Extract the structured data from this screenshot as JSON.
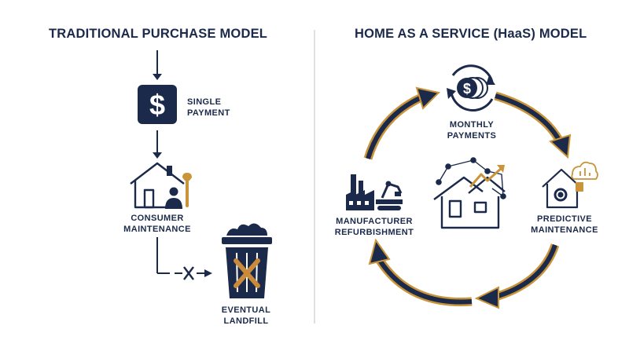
{
  "traditional": {
    "title": "TRADITIONAL PURCHASE MODEL",
    "single_payment": [
      "SINGLE",
      "PAYMENT"
    ],
    "consumer_maintenance": [
      "CONSUMER",
      "MAINTENANCE"
    ],
    "eventual_landfill": [
      "EVENTUAL",
      "LANDFILL"
    ],
    "dollar_symbol": "$"
  },
  "haas": {
    "title": "HOME AS A SERVICE (HaaS) MODEL",
    "monthly_payments": [
      "MONTHLY",
      "PAYMENTS"
    ],
    "predictive_maintenance": [
      "PREDICTIVE",
      "MAINTENANCE"
    ],
    "manufacturer_refurbishment": [
      "MANUFACTURER",
      "REFURBISHMENT"
    ],
    "dollar_symbol": "$"
  },
  "colors": {
    "navy": "#1b2a4a",
    "gold": "#c9943a",
    "cross": "#c98a3c"
  }
}
